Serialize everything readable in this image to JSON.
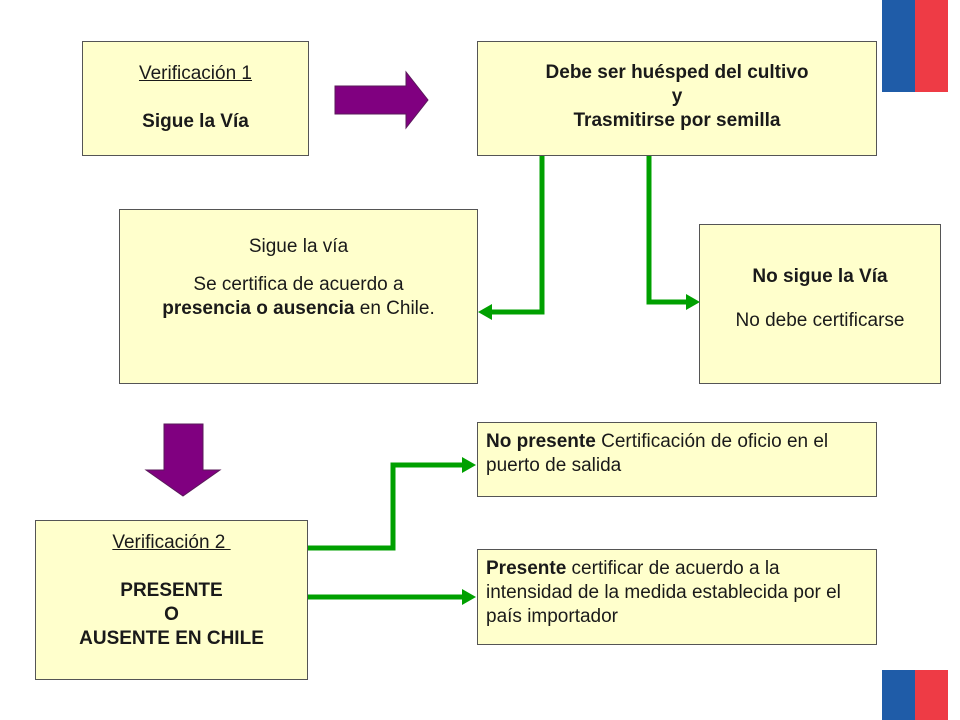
{
  "colors": {
    "box_fill": "#ffffcc",
    "connector": "#00a000",
    "arrow_fill": "#800080",
    "flag_blue": "#1f5ca8",
    "flag_red": "#ee3b45"
  },
  "verif1": {
    "title": "Verificación 1",
    "subtitle": "Sigue la Vía"
  },
  "host": {
    "line1": "Debe ser huésped del cultivo",
    "line2": "y",
    "line3": "Trasmitirse por semilla"
  },
  "follows": {
    "line1": "Sigue la vía",
    "line2": "Se certifica de acuerdo a",
    "line3_bold": "presencia o ausencia",
    "line3_rest": " en Chile."
  },
  "not_follows": {
    "line1": "No sigue la Vía",
    "line2": "No debe certificarse"
  },
  "not_present": {
    "bold": "No presente",
    "rest": " Certificación de oficio en el puerto de salida"
  },
  "present": {
    "bold": "Presente",
    "rest": " certificar de acuerdo a la intensidad de la medida establecida por el país importador"
  },
  "verif2": {
    "title": "Verificación 2 ",
    "line1": "PRESENTE",
    "line2": "O",
    "line3": "AUSENTE EN CHILE"
  },
  "icons": [
    "flag-stripe-icon",
    "arrow-right-icon",
    "arrow-down-icon"
  ]
}
